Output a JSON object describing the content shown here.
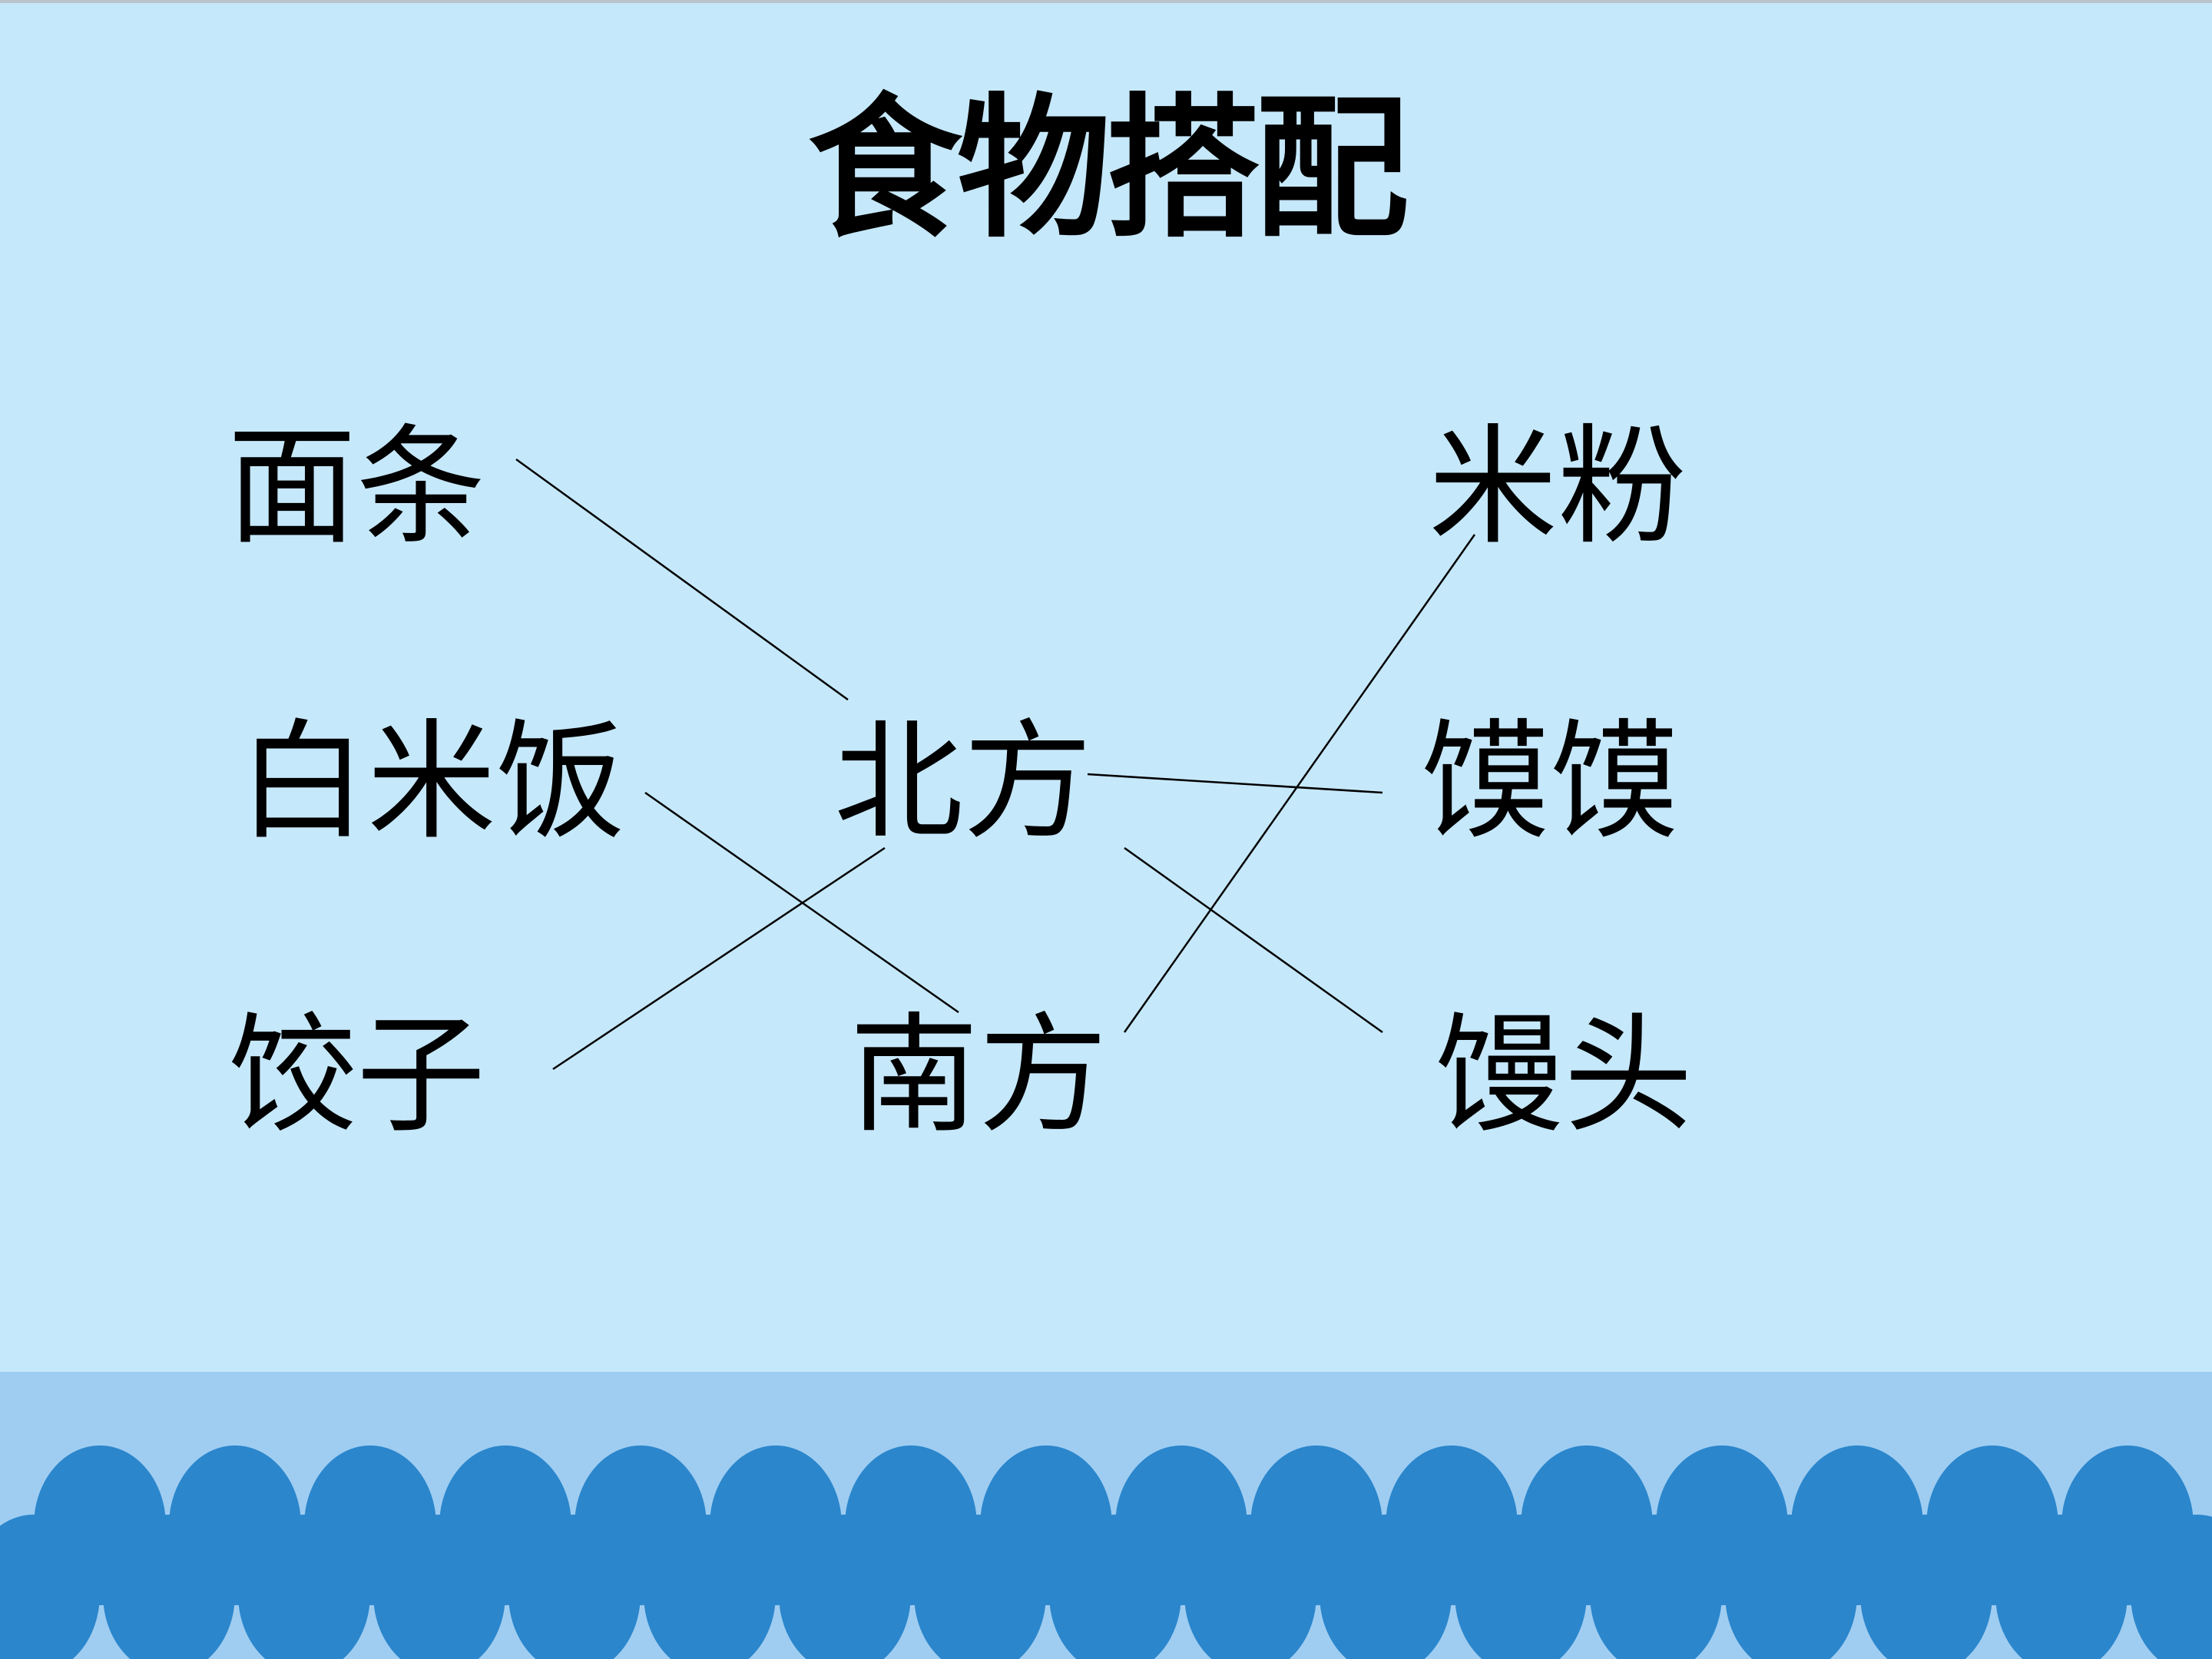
{
  "slide": {
    "title": "食物搭配",
    "left_column": [
      "面条",
      "白米饭",
      "饺子"
    ],
    "middle_column": [
      "北方",
      "南方"
    ],
    "right_column": [
      "米粉",
      "馍馍",
      "馒头"
    ]
  },
  "colors": {
    "background": "#c6e8fb",
    "bottom_band": "#9fcdf1",
    "scallop": "#2b86cc",
    "text": "#000000"
  }
}
